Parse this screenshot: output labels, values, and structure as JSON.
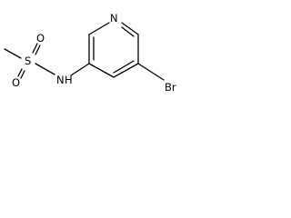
{
  "structure": {
    "atoms": {
      "methyl": "",
      "sulfur": "S",
      "oxygen_top": "O",
      "oxygen_bottom": "O",
      "amide_nitrogen": "N",
      "amide_hydrogen": "H",
      "ring_nitrogen": "N",
      "bromine": "Br"
    }
  }
}
